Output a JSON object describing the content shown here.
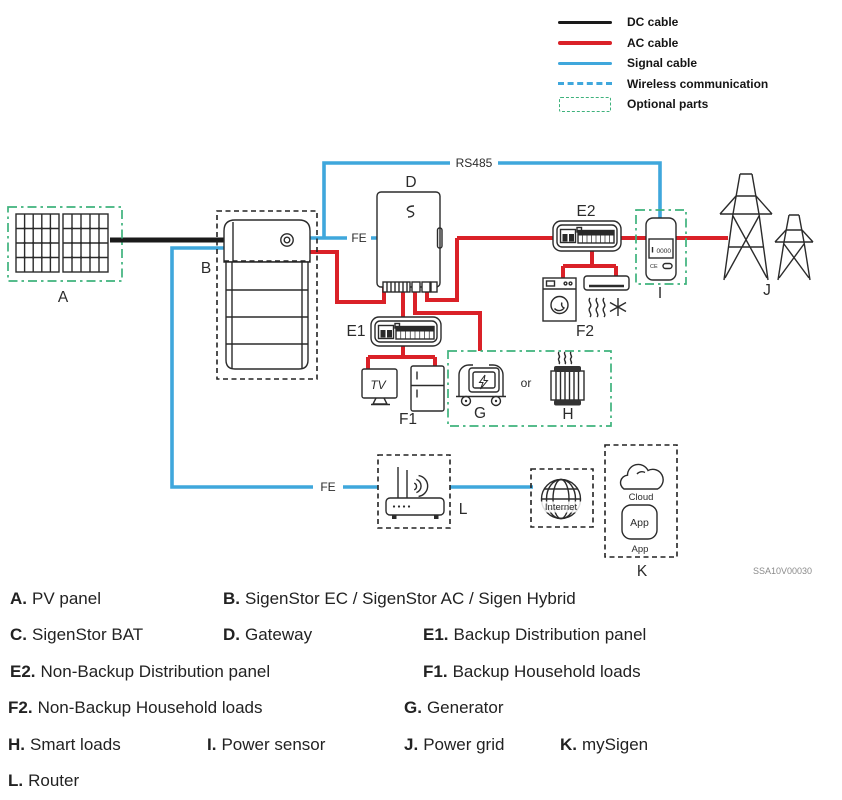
{
  "colors": {
    "dc": "#1a1a1a",
    "ac": "#da2128",
    "signal": "#3fa7dc",
    "optional": "#3eb27c"
  },
  "legend": {
    "items": [
      {
        "label": "DC cable"
      },
      {
        "label": "AC cable"
      },
      {
        "label": "Signal cable"
      },
      {
        "label": "Wireless communication"
      },
      {
        "label": "Optional parts"
      }
    ]
  },
  "diagram": {
    "labels": {
      "rs485": "RS485",
      "fe_top": "FE",
      "fe_bottom": "FE",
      "or": "or"
    },
    "nodes": {
      "A": "A",
      "B": "B",
      "D": "D",
      "E1": "E1",
      "E2": "E2",
      "F1": "F1",
      "F2": "F2",
      "G": "G",
      "H": "H",
      "I": "I",
      "J": "J",
      "K": "K",
      "L": "L"
    },
    "icons": {
      "tv": "TV",
      "meter_display": "0000",
      "cloud": "Cloud",
      "app": "App",
      "app_caption": "App",
      "internet": "Internet"
    },
    "code": "SSA10V00030"
  },
  "key": {
    "items": [
      {
        "letter": "A.",
        "name": "PV panel"
      },
      {
        "letter": "B.",
        "name": "SigenStor EC / SigenStor AC / Sigen Hybrid"
      },
      {
        "letter": "C.",
        "name": "SigenStor BAT"
      },
      {
        "letter": "D.",
        "name": "Gateway"
      },
      {
        "letter": "E1.",
        "name": "Backup Distribution panel"
      },
      {
        "letter": "E2.",
        "name": "Non-Backup Distribution panel"
      },
      {
        "letter": "F1.",
        "name": "Backup Household loads"
      },
      {
        "letter": "F2.",
        "name": "Non-Backup Household loads"
      },
      {
        "letter": "G.",
        "name": "Generator"
      },
      {
        "letter": "H.",
        "name": "Smart loads"
      },
      {
        "letter": "I.",
        "name": "Power sensor"
      },
      {
        "letter": "J.",
        "name": "Power grid"
      },
      {
        "letter": "K.",
        "name": "mySigen"
      },
      {
        "letter": "L.",
        "name": "Router"
      }
    ]
  }
}
